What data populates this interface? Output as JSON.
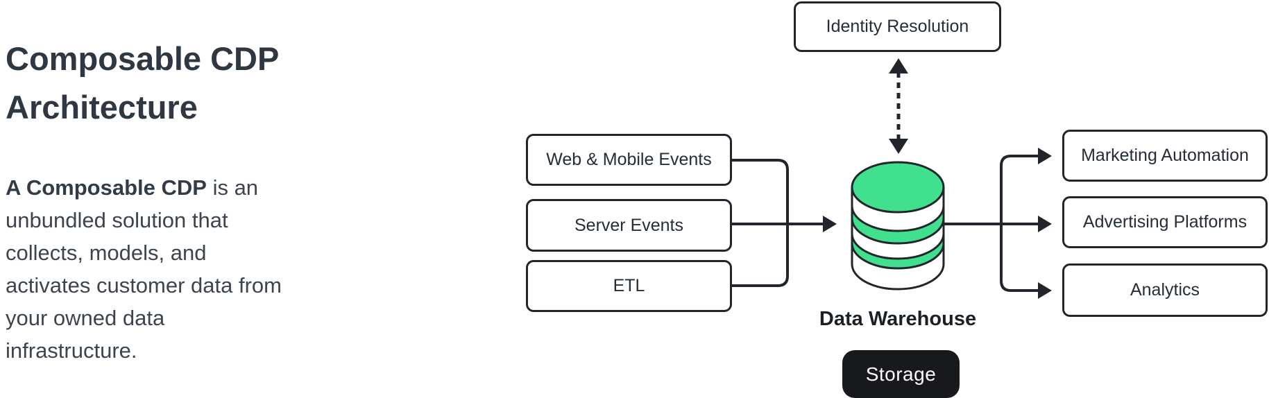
{
  "intro": {
    "title": "Composable CDP Architecture",
    "description_bold": "A Composable CDP",
    "description_rest": " is an unbundled solution that collects, models, and activates customer data from your owned data infrastructure."
  },
  "diagram": {
    "sources": [
      {
        "label": "Web & Mobile Events"
      },
      {
        "label": "Server Events"
      },
      {
        "label": "ETL"
      }
    ],
    "identity": {
      "label": "Identity Resolution"
    },
    "destinations": [
      {
        "label": "Marketing Automation"
      },
      {
        "label": "Advertising Platforms"
      },
      {
        "label": "Analytics"
      }
    ],
    "warehouse": {
      "label": "Data Warehouse",
      "badge": "Storage",
      "icon": "database-cylinder-icon"
    },
    "icons": {
      "bidirectional_dashed_arrow": "dashed-double-headed-arrow",
      "flow_arrows": "right-arrowheads"
    },
    "colors": {
      "accent_green": "#41E08E",
      "line": "#20262B",
      "node_border": "#20262B",
      "node_background": "#FFFFFF",
      "node_text": "#252E38",
      "badge_background": "#17191D",
      "badge_text": "#FFFFFF",
      "title_text": "#2F3842",
      "body_text": "#3C454F",
      "page_background": "#FFFFFF"
    }
  }
}
